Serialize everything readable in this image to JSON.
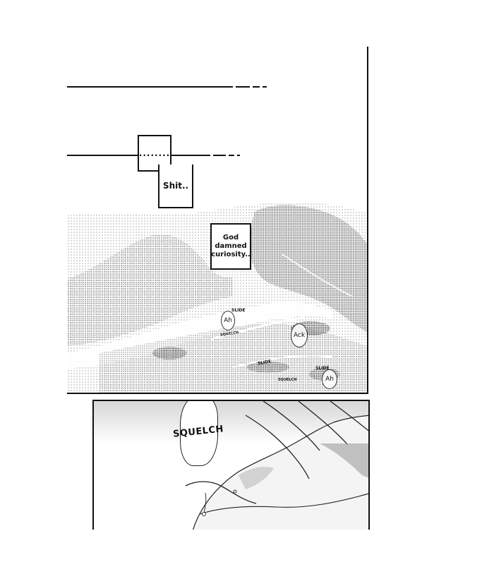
{
  "speech": {
    "dots": "........",
    "shit": "Shit..",
    "curiosity": "God damned curiosity.."
  },
  "sfx": {
    "slide_1": "SLIDE",
    "slide_2": "SLIDE",
    "slide_3": "SLIDE",
    "squelch_small_1": "SQUELCH",
    "squelch_small_2": "SQUELCH",
    "squelch_big": "SQUELCH",
    "ah_1": "Ah",
    "ah_2": "Ah",
    "ack": "Ack"
  }
}
